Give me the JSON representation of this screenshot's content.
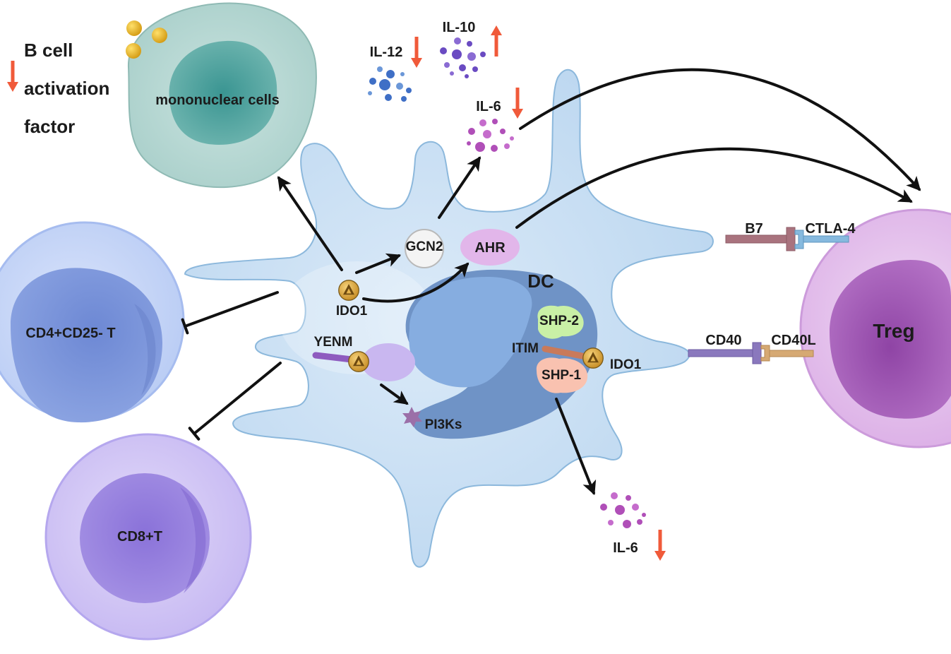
{
  "b_cell_factor": {
    "line1": "B cell",
    "line2": "activation",
    "line3": "factor",
    "trend_icon": "arrow-down-icon"
  },
  "cells": {
    "mononuclear": "mononuclear cells",
    "dc": "DC",
    "cd4": "CD4+CD25- T",
    "cd8": "CD8+T",
    "treg": "Treg"
  },
  "cytokines": {
    "il12": {
      "label": "IL-12",
      "trend_icon": "arrow-down-icon"
    },
    "il10": {
      "label": "IL-10",
      "trend_icon": "arrow-up-icon"
    },
    "il6_top": {
      "label": "IL-6",
      "trend_icon": "arrow-down-icon"
    },
    "il6_bottom": {
      "label": "IL-6",
      "trend_icon": "arrow-down-icon"
    }
  },
  "molecules": {
    "gcn2": "GCN2",
    "ahr": "AHR",
    "ido1_left": "IDO1",
    "yenm": "YENM",
    "pi3ks": "PI3Ks",
    "shp2": "SHP-2",
    "itim": "ITIM",
    "shp1": "SHP-1",
    "ido1_right": "IDO1"
  },
  "receptor_pairs": {
    "b7": "B7",
    "ctla4": "CTLA-4",
    "cd40": "CD40",
    "cd40l": "CD40L"
  },
  "colors": {
    "trend_arrow": "#f05a3a",
    "pathway_arrow": "#111111"
  }
}
